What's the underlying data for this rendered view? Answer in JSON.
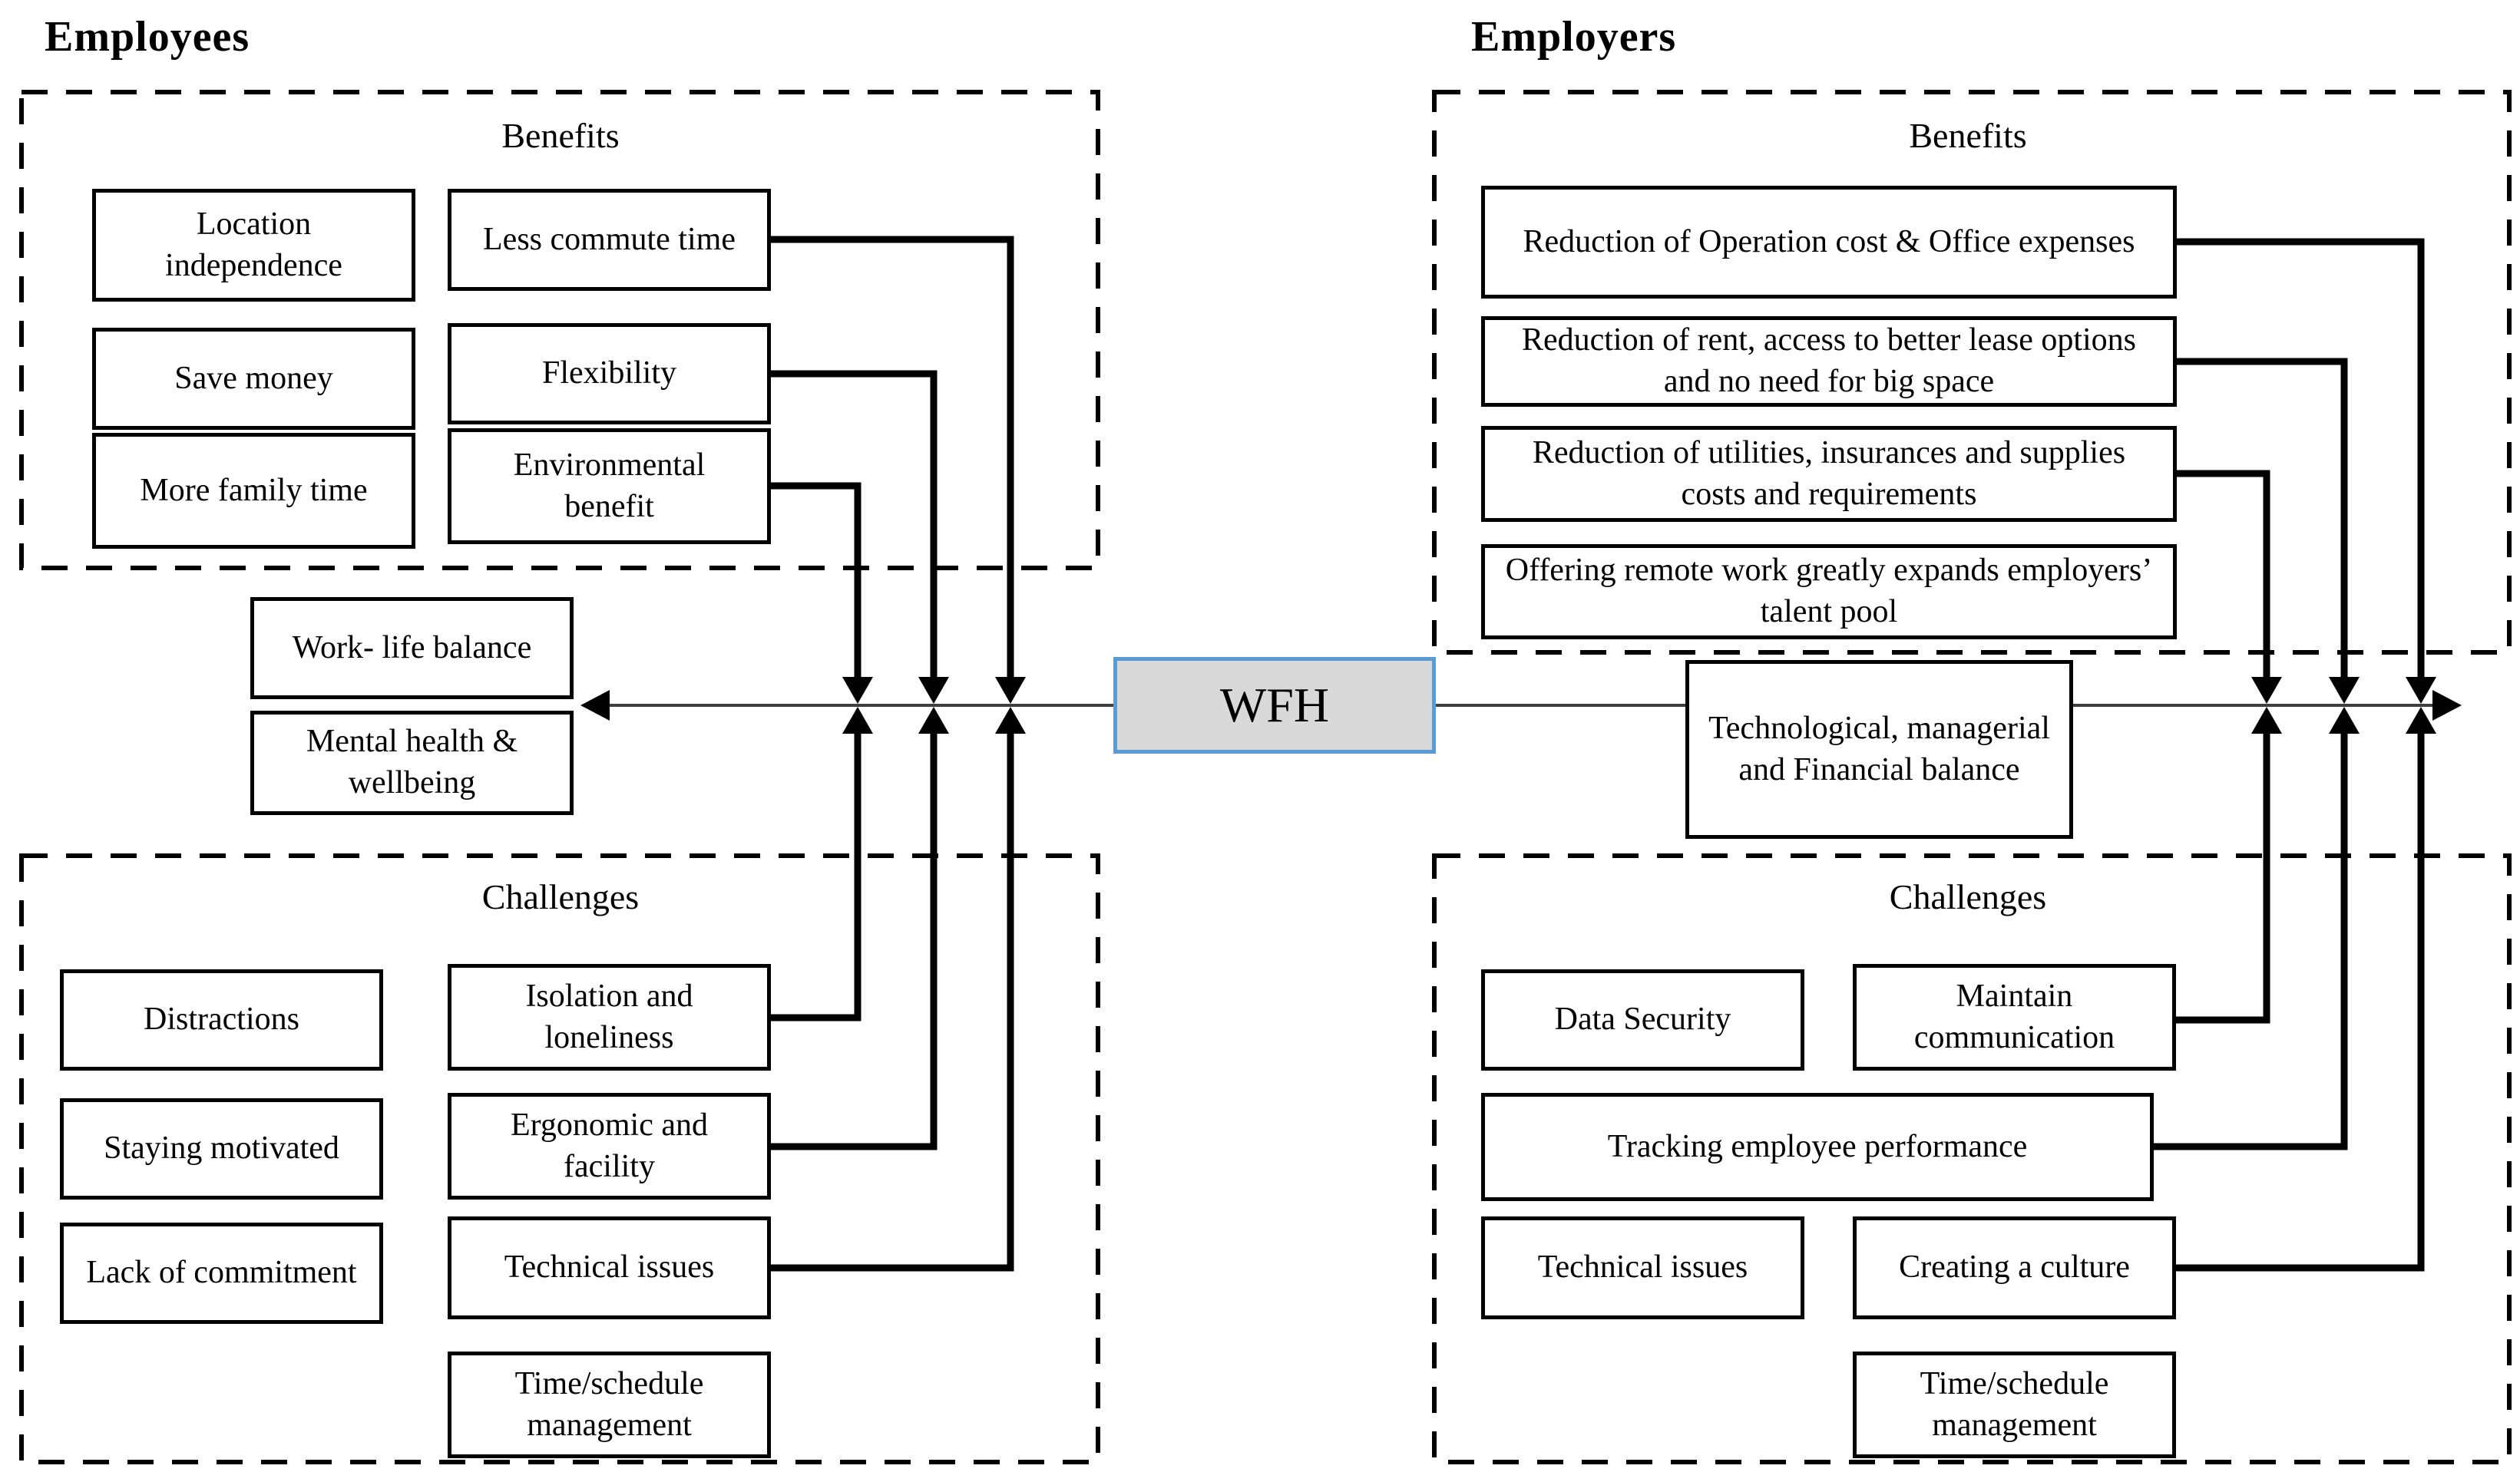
{
  "diagram": {
    "center_label": "WFH",
    "center_fill_color": "#d9d9d9",
    "center_border_color": "#5b9bd5",
    "connector_color": "#000000",
    "axis_line_color": "#3f3f3f"
  },
  "employees": {
    "title": "Employees",
    "benefits": {
      "label": "Benefits",
      "items": [
        "Location independence",
        "Less commute time",
        "Save money",
        "Flexibility",
        "More family time",
        "Environmental benefit"
      ]
    },
    "mediators": [
      "Work- life balance",
      "Mental health & wellbeing"
    ],
    "challenges": {
      "label": "Challenges",
      "items": [
        "Distractions",
        "Isolation and loneliness",
        "Staying motivated",
        "Ergonomic and facility",
        "Lack of commitment",
        "Technical issues",
        "Time/schedule management"
      ]
    }
  },
  "employers": {
    "title": "Employers",
    "benefits": {
      "label": "Benefits",
      "items": [
        "Reduction of Operation cost & Office expenses",
        "Reduction of rent, access to better lease options and no need for big space",
        "Reduction of utilities, insurances and supplies costs and requirements",
        "Offering remote work greatly expands employers’ talent pool"
      ]
    },
    "mediator": "Technological, managerial and Financial balance",
    "challenges": {
      "label": "Challenges",
      "items": [
        "Data Security",
        "Maintain communication",
        "Tracking employee performance",
        "Technical issues",
        "Creating a culture",
        "Time/schedule management"
      ]
    }
  }
}
